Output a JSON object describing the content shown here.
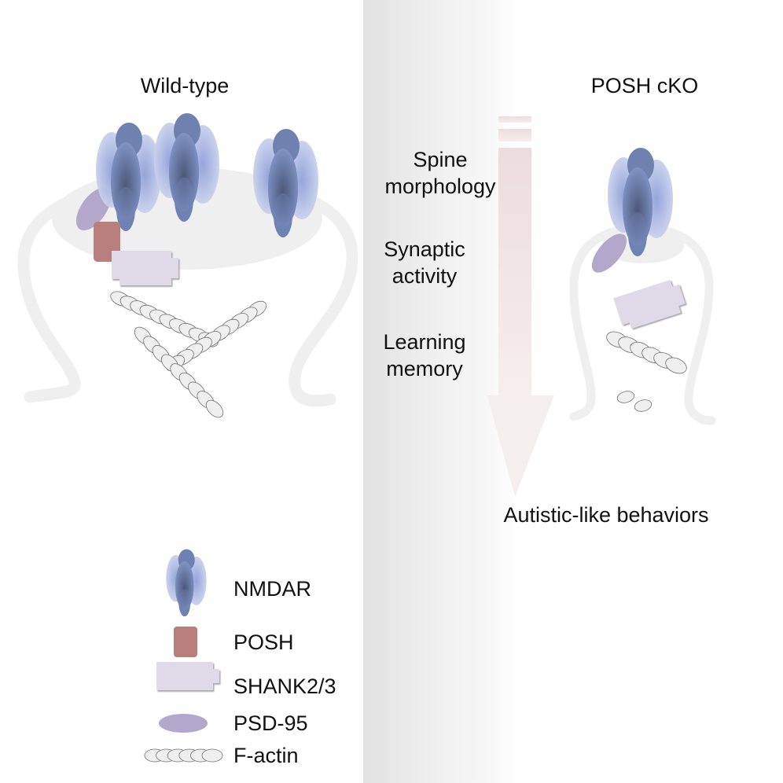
{
  "panels": {
    "wild_type": {
      "title": "Wild-type"
    },
    "mutant": {
      "title": "POSH cKO"
    }
  },
  "effects": {
    "items": [
      {
        "line1": "Spine",
        "line2": "morphology"
      },
      {
        "line1": "Synaptic",
        "line2": "activity"
      },
      {
        "line1": "Learning",
        "line2": "memory"
      }
    ],
    "direction": "decrease",
    "outcome": "Autistic-like behaviors"
  },
  "legend": {
    "items": [
      {
        "key": "nmdar",
        "label": "NMDAR"
      },
      {
        "key": "posh",
        "label": "POSH"
      },
      {
        "key": "shank",
        "label": "SHANK2/3"
      },
      {
        "key": "psd95",
        "label": "PSD-95"
      },
      {
        "key": "factin",
        "label": "F-actin"
      }
    ]
  },
  "colors": {
    "nmdar_dark": "#5a6a90",
    "nmdar_mid": "#7a8fbf",
    "nmdar_light": "#c8d0ec",
    "posh": "#b97f7c",
    "shank": "#dfd9e8",
    "psd95": "#b3a7cb",
    "factin_fill": "#efefef",
    "factin_stroke": "#777777",
    "spine_outline": "#efefef",
    "arrow": "#f0e2e3"
  }
}
